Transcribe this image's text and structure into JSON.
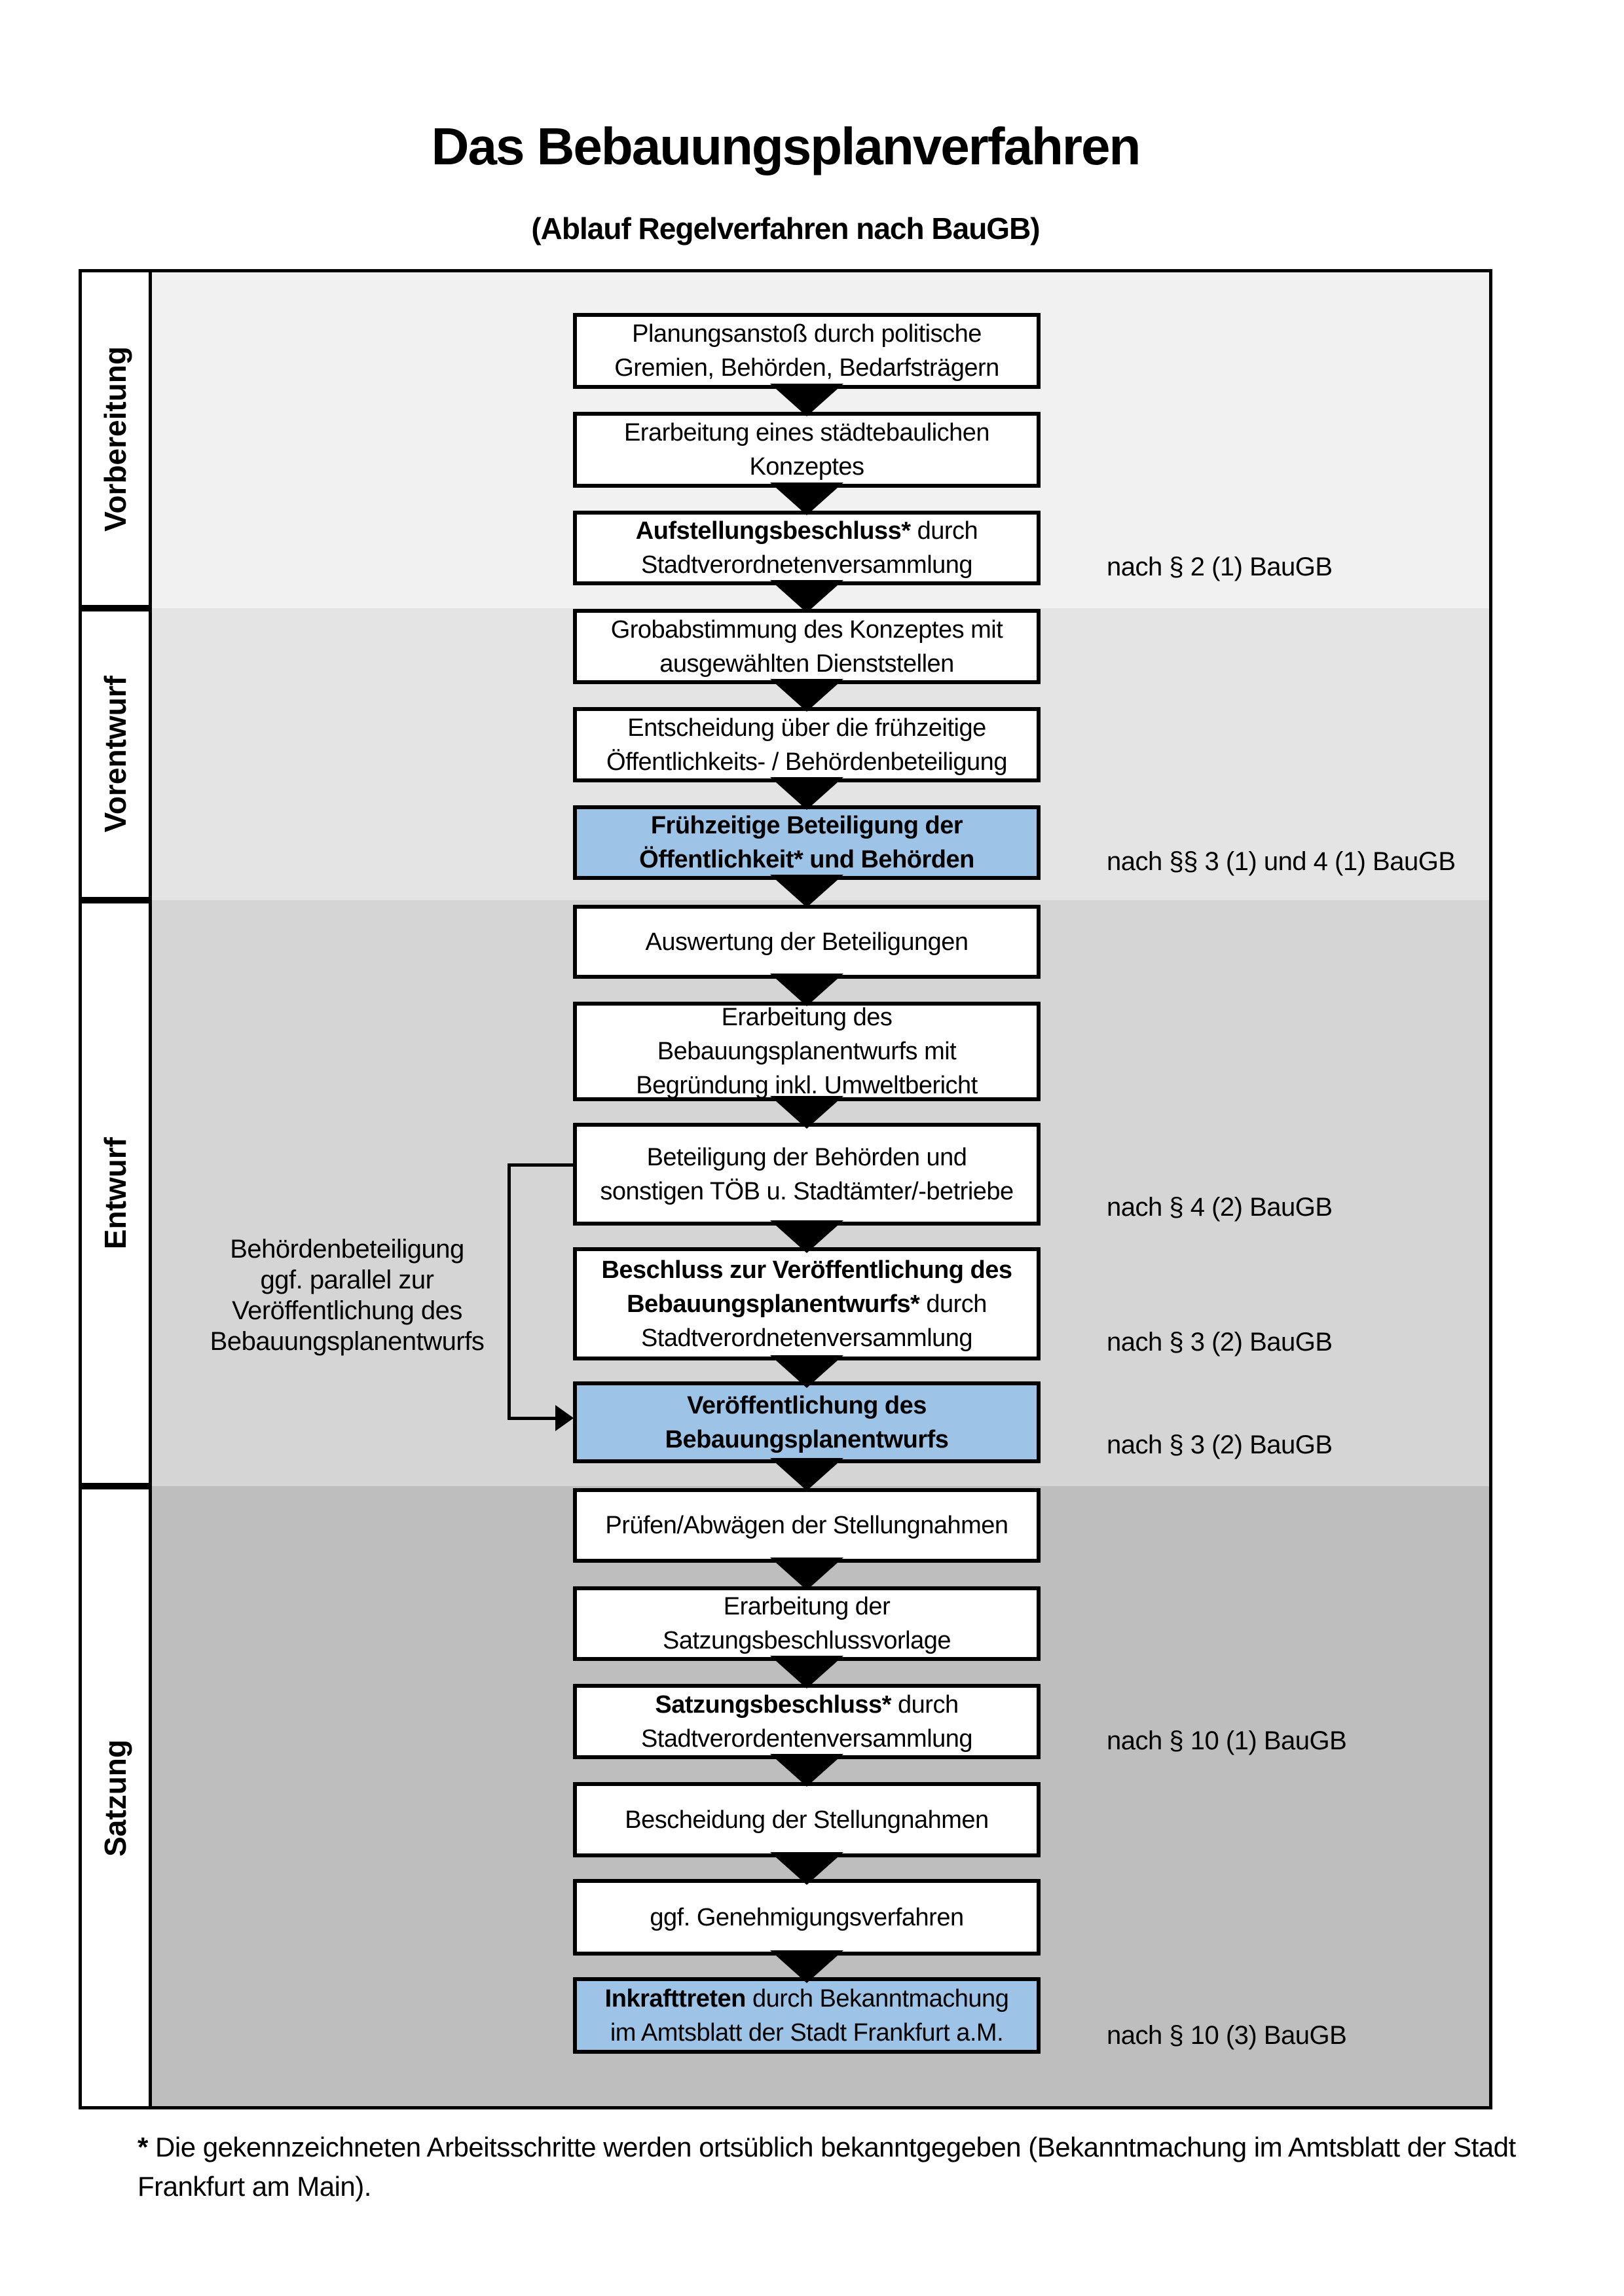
{
  "page": {
    "title": "Das Bebauungsplanverfahren",
    "subtitle": "(Ablauf Regelverfahren nach BauGB)"
  },
  "colors": {
    "highlight_box": "#9DC3E6",
    "box_border": "#000000",
    "phase_backgrounds": [
      "#F1F1F1",
      "#E4E4E4",
      "#D5D5D5",
      "#BEBEBE"
    ]
  },
  "phases": [
    {
      "label": "Vorbereitung"
    },
    {
      "label": "Vorentwurf"
    },
    {
      "label": "Entwurf"
    },
    {
      "label": "Satzung"
    }
  ],
  "steps": [
    {
      "lines": [
        {
          "t": "Planungsanstoß durch politische"
        },
        {
          "t": "Gremien, Behörden, Bedarfsträgern"
        }
      ]
    },
    {
      "lines": [
        {
          "t": "Erarbeitung eines städtebaulichen"
        },
        {
          "t": "Konzeptes"
        }
      ]
    },
    {
      "lines": [
        {
          "b": "Aufstellungsbeschluss*",
          "t": " durch"
        },
        {
          "t": "Stadtverordnetenversammlung"
        }
      ],
      "note": "nach § 2 (1) BauGB"
    },
    {
      "lines": [
        {
          "t": "Grobabstimmung des Konzeptes mit"
        },
        {
          "t": "ausgewählten Dienststellen"
        }
      ]
    },
    {
      "lines": [
        {
          "t": "Entscheidung über die frühzeitige"
        },
        {
          "t": "Öffentlichkeits- / Behördenbeteiligung"
        }
      ]
    },
    {
      "highlight": true,
      "lines": [
        {
          "b": "Frühzeitige Beteiligung der"
        },
        {
          "b": "Öffentlichkeit* und Behörden"
        }
      ],
      "note": "nach §§ 3 (1) und 4 (1) BauGB"
    },
    {
      "lines": [
        {
          "t": "Auswertung der Beteiligungen"
        }
      ]
    },
    {
      "lines": [
        {
          "t": "Erarbeitung des"
        },
        {
          "t": "Bebauungsplanentwurfs mit"
        },
        {
          "t": "Begründung inkl. Umweltbericht"
        }
      ]
    },
    {
      "lines": [
        {
          "t": "Beteiligung der Behörden und"
        },
        {
          "t": "sonstigen TÖB u. Stadtämter/-betriebe"
        }
      ],
      "note": "nach § 4 (2) BauGB"
    },
    {
      "lines": [
        {
          "b": "Beschluss zur Veröffentlichung des"
        },
        {
          "b": "Bebauungsplanentwurfs*",
          "t": " durch"
        },
        {
          "t": "Stadtverordnetenversammlung"
        }
      ],
      "note": "nach § 3 (2) BauGB"
    },
    {
      "highlight": true,
      "lines": [
        {
          "b": "Veröffentlichung des"
        },
        {
          "b": "Bebauungsplanentwurfs"
        }
      ],
      "note": "nach § 3 (2) BauGB"
    },
    {
      "lines": [
        {
          "t": "Prüfen/Abwägen der Stellungnahmen"
        }
      ]
    },
    {
      "lines": [
        {
          "t": "Erarbeitung der"
        },
        {
          "t": "Satzungsbeschlussvorlage"
        }
      ]
    },
    {
      "lines": [
        {
          "b": "Satzungsbeschluss*",
          "t": " durch"
        },
        {
          "t": "Stadtverordentenversammlung"
        }
      ],
      "note": "nach § 10 (1) BauGB"
    },
    {
      "lines": [
        {
          "t": "Bescheidung der Stellungnahmen"
        }
      ]
    },
    {
      "lines": [
        {
          "t": "ggf. Genehmigungsverfahren"
        }
      ]
    },
    {
      "highlight": true,
      "lines": [
        {
          "b": "Inkrafttreten",
          "t": " durch Bekanntmachung"
        },
        {
          "t": "im Amtsblatt der Stadt Frankfurt a.M."
        }
      ],
      "note": "nach § 10 (3) BauGB"
    }
  ],
  "side_note": {
    "lines": [
      "Behördenbeteiligung",
      "ggf. parallel zur",
      "Veröffentlichung des",
      "Bebauungsplanentwurfs"
    ]
  },
  "footnote": {
    "marker": "*",
    "text": " Die gekennzeichneten Arbeitsschritte werden ortsüblich bekanntgegeben (Bekanntmachung im Amtsblatt der Stadt Frankfurt am Main)."
  }
}
